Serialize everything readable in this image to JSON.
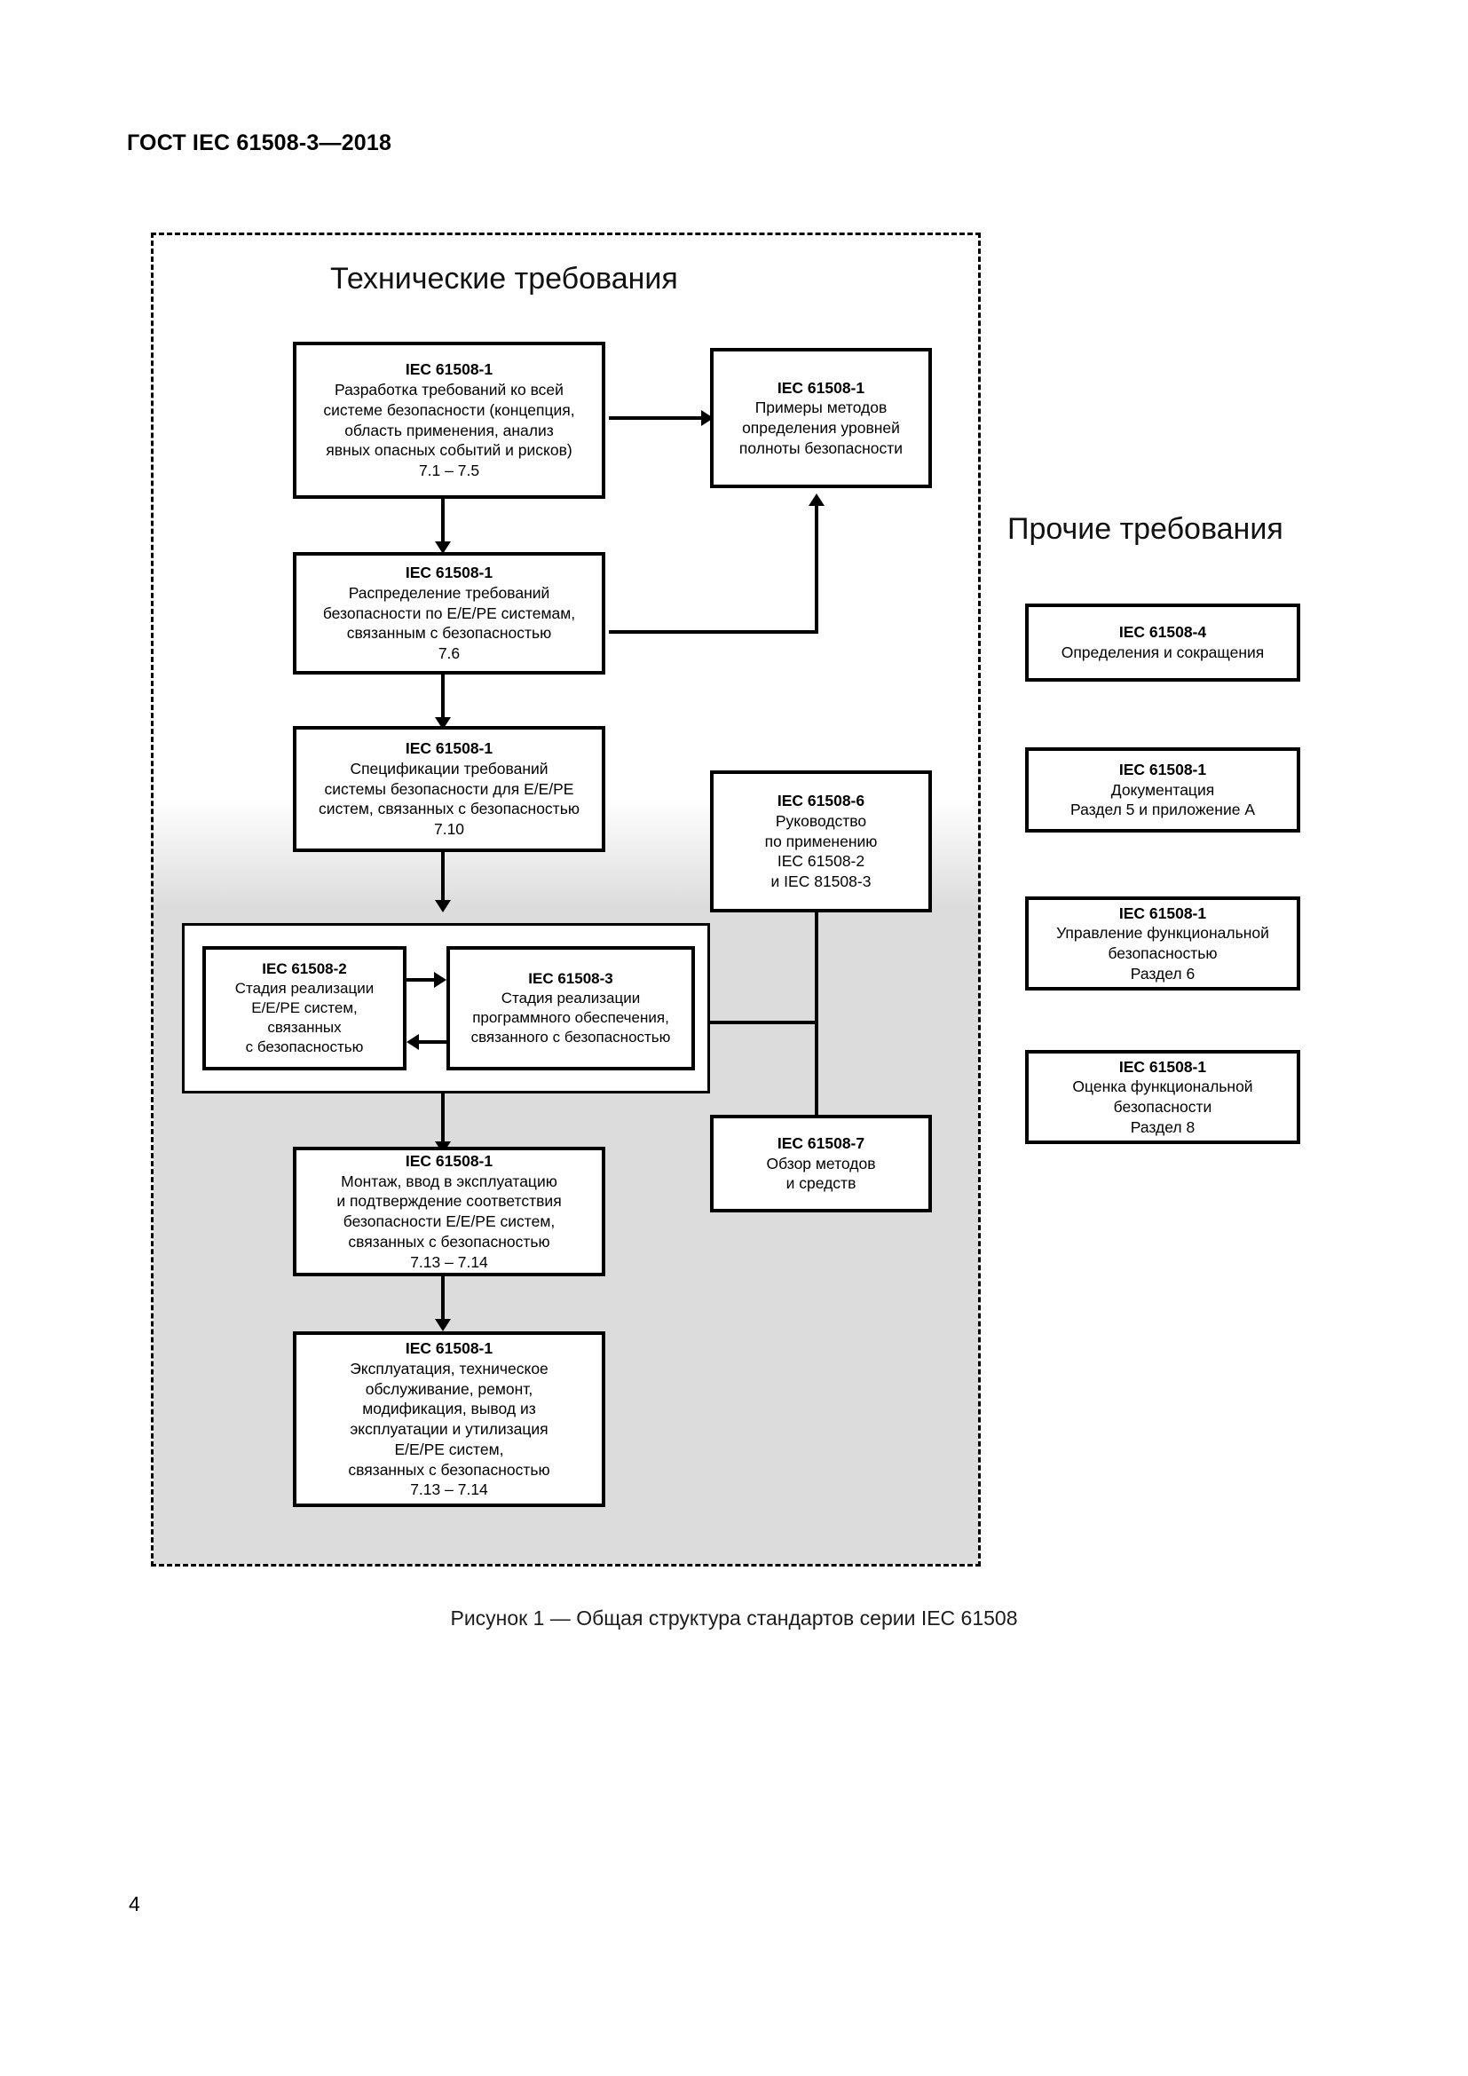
{
  "document": {
    "header": "ГОСТ IEC 61508-3—2018",
    "page_number": "4",
    "figure_caption": "Рисунок 1 — Общая структура стандартов серии IEC 61508"
  },
  "diagram": {
    "sections": {
      "technical": "Технические требования",
      "other": "Прочие требования"
    },
    "technical_boxes": [
      {
        "id": "overall-safety-requirements",
        "title": "IEC 61508-1",
        "lines": [
          "Разработка требований ко всей",
          "системе безопасности (концепция,",
          "область применения, анализ",
          "явных опасных событий и рисков)",
          "7.1 – 7.5"
        ]
      },
      {
        "id": "sil-determination-examples",
        "title": "IEC 61508-1",
        "lines": [
          "Примеры методов",
          "определения уровней",
          "полноты безопасности"
        ]
      },
      {
        "id": "safety-requirements-allocation",
        "title": "IEC 61508-1",
        "lines": [
          "Распределение требований",
          "безопасности по E/E/PE системам,",
          "связанным с безопасностью",
          "7.6"
        ]
      },
      {
        "id": "safety-requirements-specification",
        "title": "IEC 61508-1",
        "lines": [
          "Спецификации требований",
          "системы безопасности для E/E/PE",
          "систем, связанных с безопасностью",
          "7.10"
        ]
      },
      {
        "id": "guidelines-application",
        "title": "IEC 61508-6",
        "lines": [
          "Руководство",
          "по применению",
          "IEC 61508-2",
          "и IEC 81508-3"
        ]
      },
      {
        "id": "eepe-realisation-phase",
        "title": "IEC 61508-2",
        "lines": [
          "Стадия реализации",
          "E/E/PE систем,",
          "связанных",
          "с безопасностью"
        ]
      },
      {
        "id": "software-realisation-phase",
        "title": "IEC 61508-3",
        "lines": [
          "Стадия реализации",
          "программного обеспечения,",
          "связанного с безопасностью"
        ]
      },
      {
        "id": "overview-techniques-measures",
        "title": "IEC 61508-7",
        "lines": [
          "Обзор методов",
          "и средств"
        ]
      },
      {
        "id": "installation-commissioning-validation",
        "title": "IEC 61508-1",
        "lines": [
          "Монтаж, ввод в эксплуатацию",
          "и подтверждение соответствия",
          "безопасности E/E/PE систем,",
          "связанных с безопасностью",
          "7.13 – 7.14"
        ]
      },
      {
        "id": "operation-maintenance-decommissioning",
        "title": "IEC 61508-1",
        "lines": [
          "Эксплуатация, техническое",
          "обслуживание, ремонт,",
          "модификация, вывод из",
          "эксплуатации и утилизация",
          "E/E/PE систем,",
          "связанных с безопасностью",
          "7.13 – 7.14"
        ]
      }
    ],
    "other_boxes": [
      {
        "id": "definitions-abbreviations",
        "title": "IEC 61508-4",
        "lines": [
          "Определения и сокращения"
        ]
      },
      {
        "id": "documentation",
        "title": "IEC 61508-1",
        "lines": [
          "Документация",
          "Раздел 5 и приложение A"
        ]
      },
      {
        "id": "functional-safety-management",
        "title": "IEC 61508-1",
        "lines": [
          "Управление функциональной",
          "безопасностью",
          "Раздел 6"
        ]
      },
      {
        "id": "functional-safety-assessment",
        "title": "IEC 61508-1",
        "lines": [
          "Оценка функциональной",
          "безопасности",
          "Раздел 8"
        ]
      }
    ]
  },
  "colors": {
    "ink": "#000000",
    "paper": "#ffffff",
    "shade": "#dcdcdc"
  }
}
